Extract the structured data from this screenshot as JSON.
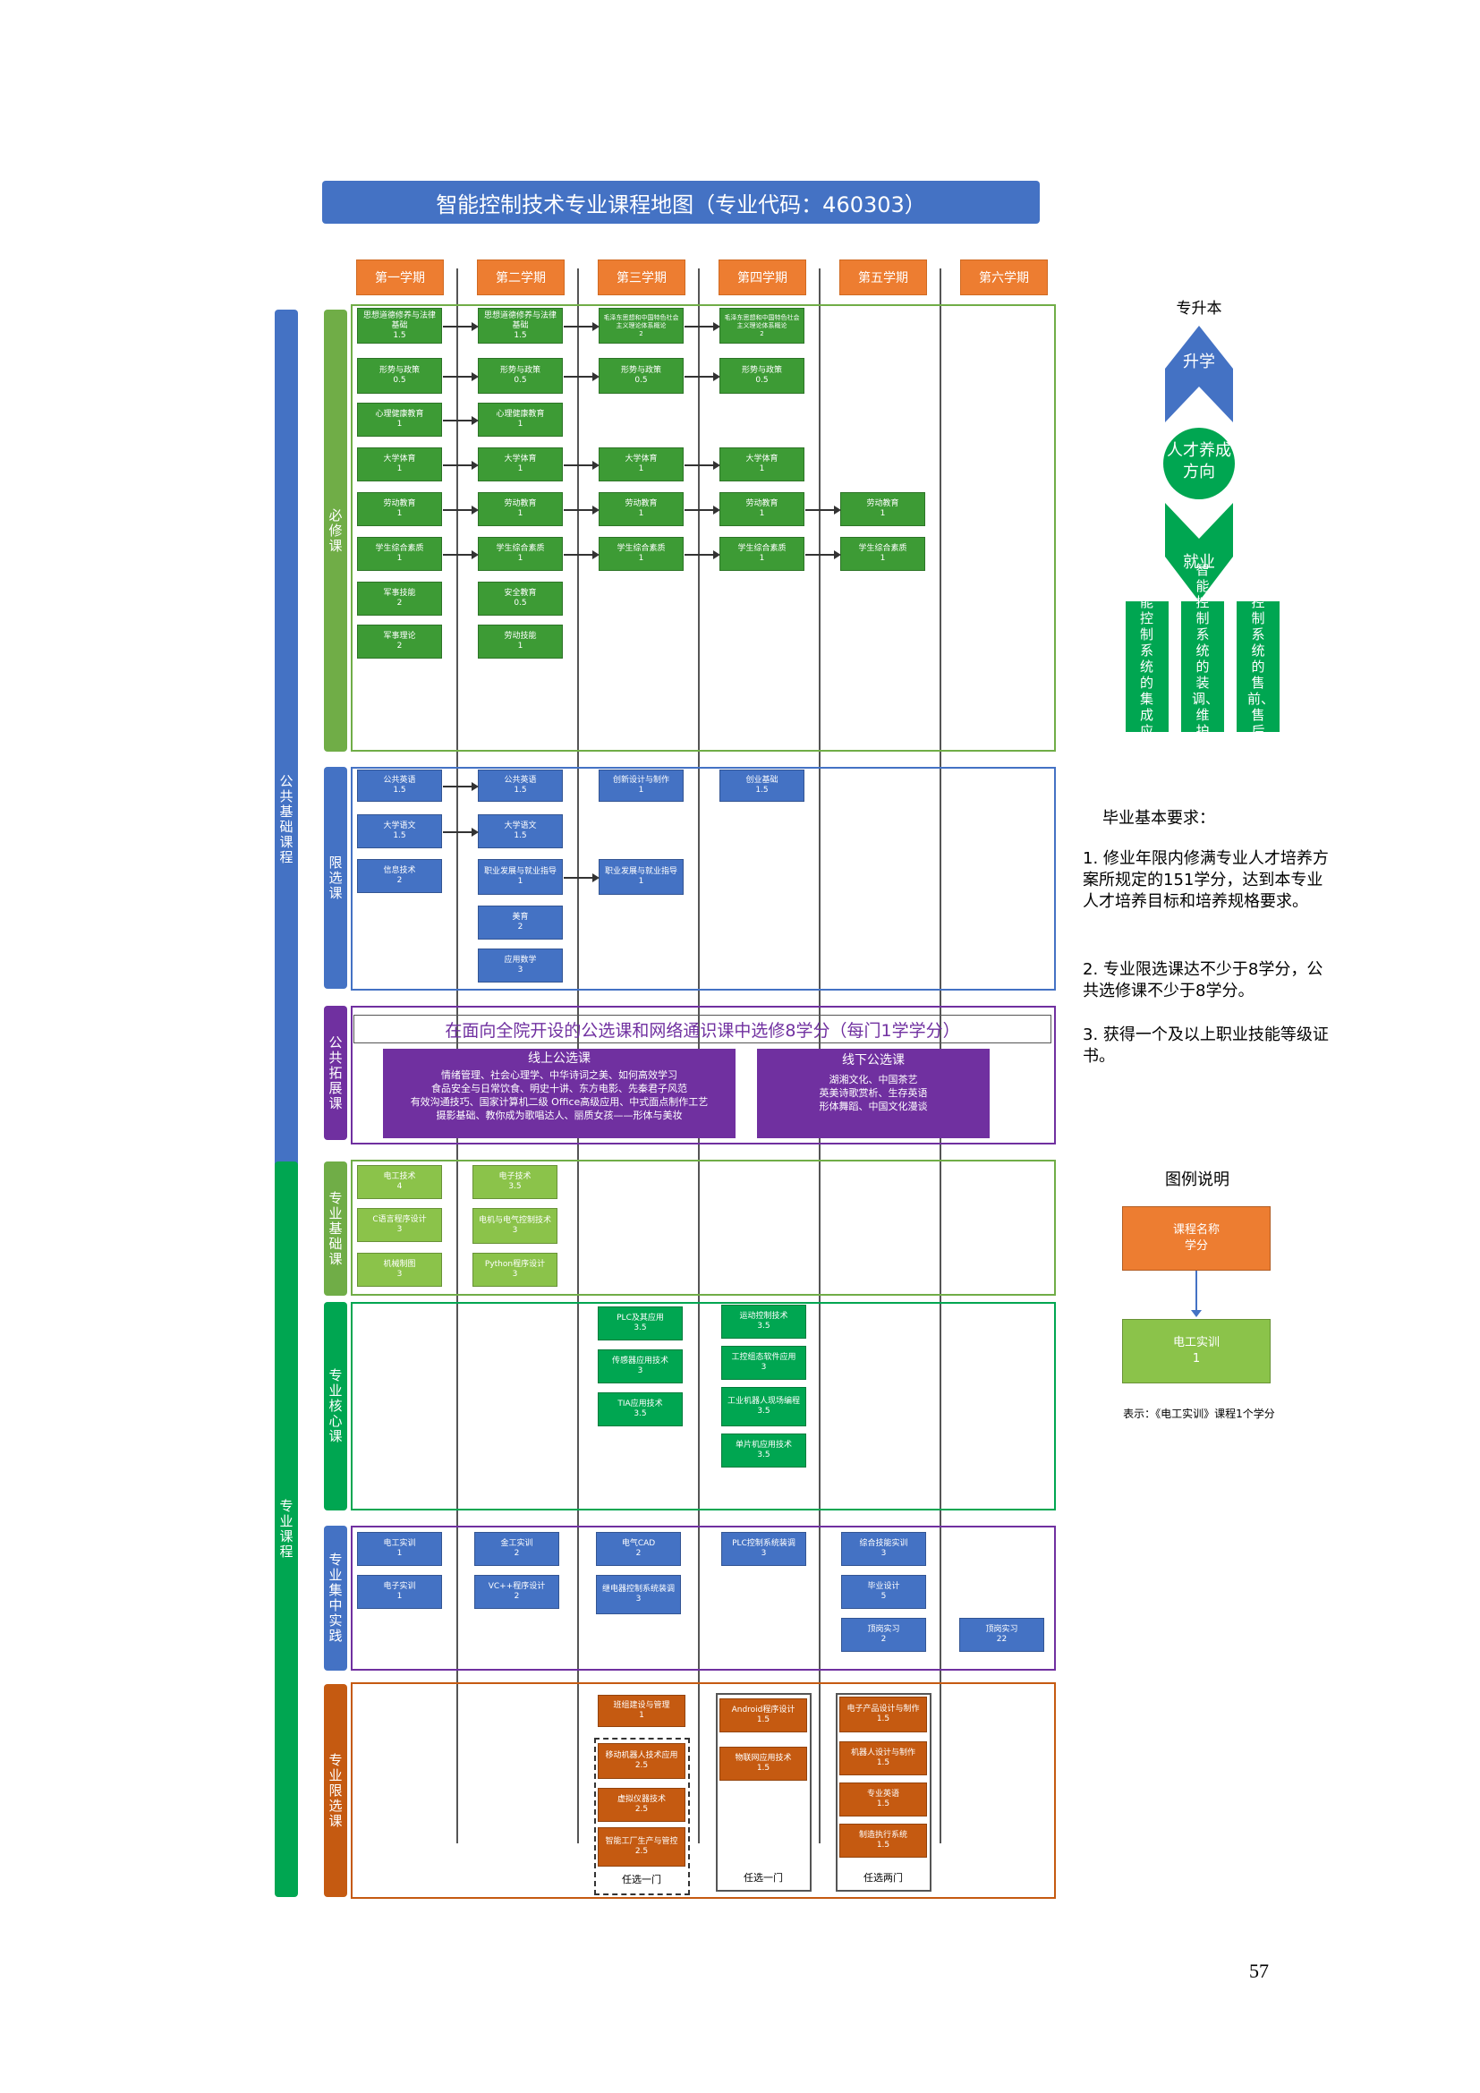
{
  "title": "智能控制技术专业课程地图（专业代码：460303）",
  "semesters": [
    "第一学期",
    "第二学期",
    "第三学期",
    "第四学期",
    "第五学期",
    "第六学期"
  ],
  "categories": {
    "public_basic": "公共基础课程",
    "professional": "专业课程",
    "required": "必修课",
    "limited": "限选课",
    "public_ext": "公共拓展课",
    "pro_basic": "专业基础课",
    "pro_core": "专业核心课",
    "pro_practice": "专业集中实践",
    "pro_elective": "专业限选课"
  },
  "required": [
    {
      "name": "思想道德修养与法律基础",
      "credit": "1.5"
    },
    {
      "name": "思想道德修养与法律基础",
      "credit": "1.5"
    },
    {
      "name": "毛泽东思想和中国特色社会主义理论体系概论",
      "credit": "2"
    },
    {
      "name": "毛泽东思想和中国特色社会主义理论体系概论",
      "credit": "2"
    },
    {
      "name": "形势与政策",
      "credit": "0.5"
    },
    {
      "name": "形势与政策",
      "credit": "0.5"
    },
    {
      "name": "形势与政策",
      "credit": "0.5"
    },
    {
      "name": "形势与政策",
      "credit": "0.5"
    },
    {
      "name": "心理健康教育",
      "credit": "1"
    },
    {
      "name": "心理健康教育",
      "credit": "1"
    },
    {
      "name": "大学体育",
      "credit": "1"
    },
    {
      "name": "大学体育",
      "credit": "1"
    },
    {
      "name": "大学体育",
      "credit": "1"
    },
    {
      "name": "大学体育",
      "credit": "1"
    },
    {
      "name": "劳动教育",
      "credit": "1"
    },
    {
      "name": "劳动教育",
      "credit": "1"
    },
    {
      "name": "劳动教育",
      "credit": "1"
    },
    {
      "name": "劳动教育",
      "credit": "1"
    },
    {
      "name": "劳动教育",
      "credit": "1"
    },
    {
      "name": "学生综合素质",
      "credit": "1"
    },
    {
      "name": "学生综合素质",
      "credit": "1"
    },
    {
      "name": "学生综合素质",
      "credit": "1"
    },
    {
      "name": "学生综合素质",
      "credit": "1"
    },
    {
      "name": "学生综合素质",
      "credit": "1"
    },
    {
      "name": "军事技能",
      "credit": "2"
    },
    {
      "name": "安全教育",
      "credit": "0.5"
    },
    {
      "name": "军事理论",
      "credit": "2"
    },
    {
      "name": "劳动技能",
      "credit": "1"
    }
  ],
  "limited": [
    {
      "name": "公共英语",
      "credit": "1.5"
    },
    {
      "name": "公共英语",
      "credit": "1.5"
    },
    {
      "name": "创新设计与制作",
      "credit": "1"
    },
    {
      "name": "创业基础",
      "credit": "1.5"
    },
    {
      "name": "大学语文",
      "credit": "1.5"
    },
    {
      "name": "大学语文",
      "credit": "1.5"
    },
    {
      "name": "信息技术",
      "credit": "2"
    },
    {
      "name": "职业发展与就业指导",
      "credit": "1"
    },
    {
      "name": "职业发展与就业指导",
      "credit": "1"
    },
    {
      "name": "美育",
      "credit": "2"
    },
    {
      "name": "应用数学",
      "credit": "3"
    }
  ],
  "ext": {
    "headline": "在面向全院开设的公选课和网络通识课中选修8学分（每门1学学分）",
    "online_title": "线上公选课",
    "online_lines": [
      "情绪管理、社会心理学、中华诗词之美、如何高效学习",
      "食品安全与日常饮食、明史十讲、东方电影、先秦君子风范",
      "有效沟通技巧、国家计算机二级 Office高级应用、中式面点制作工艺",
      "摄影基础、教你成为歌唱达人、丽质女孩——形体与美妆"
    ],
    "offline_title": "线下公选课",
    "offline_lines": [
      "湖湘文化、中国茶艺",
      "英美诗歌赏析、生存英语",
      "形体舞蹈、中国文化漫谈"
    ]
  },
  "pro_basic": [
    {
      "name": "电工技术",
      "credit": "4"
    },
    {
      "name": "电子技术",
      "credit": "3.5"
    },
    {
      "name": "C语言程序设计",
      "credit": "3"
    },
    {
      "name": "电机与电气控制技术",
      "credit": "3"
    },
    {
      "name": "机械制图",
      "credit": "3"
    },
    {
      "name": "Python程序设计",
      "credit": "3"
    }
  ],
  "pro_core": [
    {
      "name": "PLC及其应用",
      "credit": "3.5"
    },
    {
      "name": "运动控制技术",
      "credit": "3.5"
    },
    {
      "name": "传感器应用技术",
      "credit": "3"
    },
    {
      "name": "工控组态软件应用",
      "credit": "3"
    },
    {
      "name": "TIA应用技术",
      "credit": "3.5"
    },
    {
      "name": "工业机器人现场编程",
      "credit": "3.5"
    },
    {
      "name": "单片机应用技术",
      "credit": "3.5"
    }
  ],
  "pro_practice": [
    {
      "name": "电工实训",
      "credit": "1"
    },
    {
      "name": "金工实训",
      "credit": "2"
    },
    {
      "name": "电气CAD",
      "credit": "2"
    },
    {
      "name": "PLC控制系统装调",
      "credit": "3"
    },
    {
      "name": "综合技能实训",
      "credit": "3"
    },
    {
      "name": "电子实训",
      "credit": "1"
    },
    {
      "name": "VC++程序设计",
      "credit": "2"
    },
    {
      "name": "继电器控制系统装调",
      "credit": "3"
    },
    {
      "name": "毕业设计",
      "credit": "5"
    },
    {
      "name": "顶岗实习",
      "credit": "2"
    },
    {
      "name": "顶岗实习",
      "credit": "22"
    }
  ],
  "pro_elective": [
    {
      "name": "班组建设与管理",
      "credit": "1"
    },
    {
      "name": "Android程序设计",
      "credit": "1.5"
    },
    {
      "name": "电子产品设计与制作",
      "credit": "1.5"
    },
    {
      "name": "移动机器人技术应用",
      "credit": "2.5"
    },
    {
      "name": "物联网应用技术",
      "credit": "1.5"
    },
    {
      "name": "机器人设计与制作",
      "credit": "1.5"
    },
    {
      "name": "虚拟仪器技术",
      "credit": "2.5"
    },
    {
      "name": "专业英语",
      "credit": "1.5"
    },
    {
      "name": "智能工厂生产与管控",
      "credit": "2.5"
    },
    {
      "name": "制造执行系统",
      "credit": "1.5"
    }
  ],
  "choose": [
    "任选一门",
    "任选一门",
    "任选两门"
  ],
  "career": {
    "top": "专升本",
    "up": "升学",
    "center": "人才养成方向",
    "down": "就业",
    "jobs": [
      "智能控制系统的集成应用",
      "智能控制系统的装调、维护维修",
      "智能控制系统的售前、售后服务"
    ]
  },
  "requirements": {
    "heading": "毕业基本要求：",
    "items": [
      "1. 修业年限内修满专业人才培养方案所规定的151学分，达到本专业人才培养目标和培养规格要求。",
      "2. 专业限选课达不少于8学分，公共选修课不少于8学分。",
      "3. 获得一个及以上职业技能等级证书。"
    ]
  },
  "legend": {
    "heading": "图例说明",
    "box1_name": "课程名称",
    "box1_credit": "学分",
    "box2_name": "电工实训",
    "box2_credit": "1",
    "note": "表示：《电工实训》课程1个学分"
  },
  "page_number": "57",
  "colors": {
    "blue": "#4472c4",
    "orange": "#ed7d31",
    "green": "#3d9b35",
    "purple": "#7030a0",
    "lightgreen": "#8bc34a"
  }
}
